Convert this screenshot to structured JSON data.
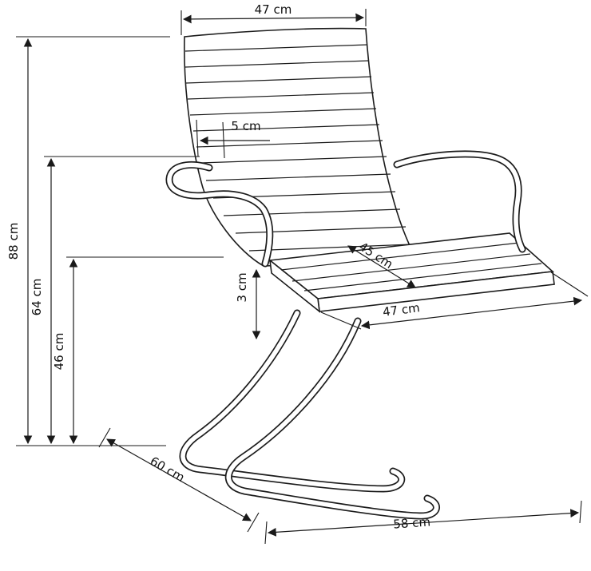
{
  "figure": {
    "subject": "office-chair-dimension-diagram"
  },
  "dimensions": {
    "backrest_width": {
      "value": 47,
      "unit": "cm",
      "label": "47 cm"
    },
    "total_height": {
      "value": 88,
      "unit": "cm",
      "label": "88 cm"
    },
    "armrest_height": {
      "value": 64,
      "unit": "cm",
      "label": "64 cm"
    },
    "seat_height": {
      "value": 46,
      "unit": "cm",
      "label": "46 cm"
    },
    "back_offset": {
      "value": 5,
      "unit": "cm",
      "label": "5 cm"
    },
    "seat_thickness": {
      "value": 3,
      "unit": "cm",
      "label": "3 cm"
    },
    "seat_depth": {
      "value": 45,
      "unit": "cm",
      "label": "45 cm"
    },
    "seat_width": {
      "value": 47,
      "unit": "cm",
      "label": "47 cm"
    },
    "base_depth": {
      "value": 60,
      "unit": "cm",
      "label": "60 cm"
    },
    "base_width": {
      "value": 58,
      "unit": "cm",
      "label": "58 cm"
    }
  },
  "colors": {
    "line": "#1a1a1a",
    "background": "#ffffff"
  }
}
